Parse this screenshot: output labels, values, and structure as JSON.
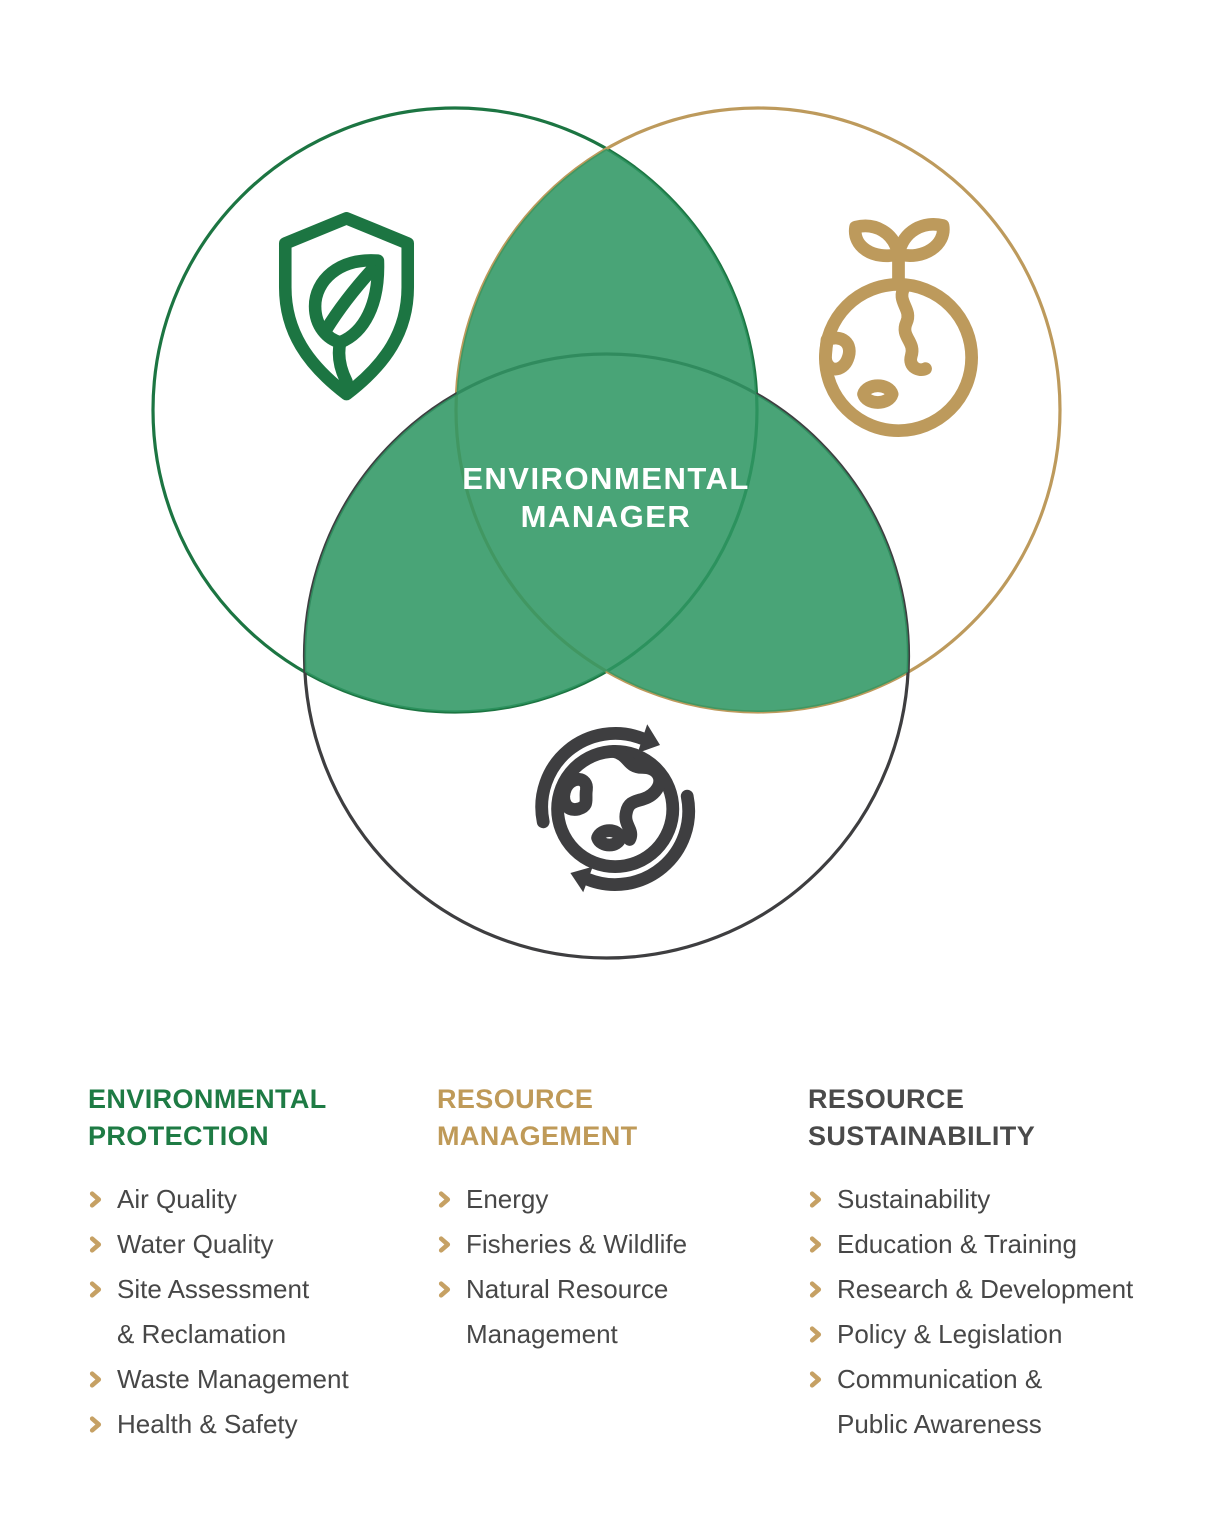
{
  "page": {
    "background_color": "#FFFFFF"
  },
  "venn": {
    "center_label": "ENVIRONMENTAL\nMANAGER",
    "center_label_color": "#FFFFFF",
    "overlap_fill_color": "#2F9763",
    "circles": [
      {
        "id": "environmental-protection",
        "color": "#1C7542",
        "icon": "shield-leaf-icon"
      },
      {
        "id": "resource-management",
        "color": "#BD9A5C",
        "icon": "sprout-earth-icon"
      },
      {
        "id": "resource-sustainability",
        "color": "#3E3E40",
        "icon": "earth-cycle-icon"
      }
    ]
  },
  "legend": {
    "bullet_color": "#C6A164",
    "item_color": "#474747",
    "columns": [
      {
        "title": "ENVIRONMENTAL\nPROTECTION",
        "title_color": "#1E7B44",
        "items": [
          "Air Quality",
          "Water Quality",
          "Site Assessment\n& Reclamation",
          "Waste Management",
          "Health & Safety"
        ]
      },
      {
        "title": "RESOURCE\nMANAGEMENT",
        "title_color": "#BF9A58",
        "items": [
          "Energy",
          "Fisheries & Wildlife",
          "Natural Resource\nManagement"
        ]
      },
      {
        "title": "RESOURCE\nSUSTAINABILITY",
        "title_color": "#4A4A4A",
        "items": [
          "Sustainability",
          "Education & Training",
          "Research & Development",
          "Policy & Legislation",
          "Communication &\nPublic Awareness"
        ]
      }
    ]
  }
}
